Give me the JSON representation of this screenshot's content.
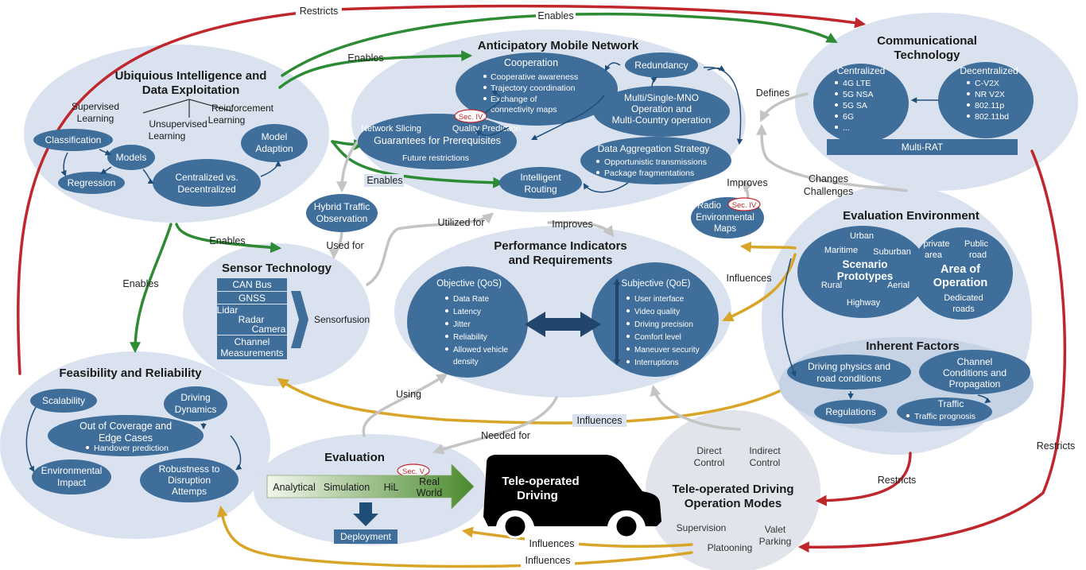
{
  "arrows": {
    "restricts": "Restricts",
    "enables": "Enables",
    "defines": "Defines",
    "changes": "Changes",
    "challenges": "Challenges",
    "improves": "Improves",
    "utilized_for": "Utilized for",
    "used_for": "Used for",
    "influences": "Influences",
    "using": "Using",
    "needed_for": "Needed for"
  },
  "ui": {
    "title": [
      "Ubiquious Intelligence and",
      "Data Exploitation"
    ],
    "supervised": [
      "Supervised",
      "Learning"
    ],
    "unsupervised": [
      "Unsupervised",
      "Learning"
    ],
    "reinforcement": [
      "Reinforcement",
      "Learning"
    ],
    "classification": "Classification",
    "models": "Models",
    "regression": "Regression",
    "centralized": [
      "Centralized vs.",
      "Decentralized"
    ],
    "model_adaption": [
      "Model",
      "Adaption"
    ]
  },
  "amn": {
    "title": "Anticipatory Mobile Network",
    "cooperation": "Cooperation",
    "coop_items": [
      "Cooperative awareness",
      "Trajectory coordination",
      "Exchange of",
      "connectivity maps"
    ],
    "redundancy": "Redundancy",
    "mno": [
      "Multi/Single-MNO",
      "Operation and",
      "Multi-Country operation"
    ],
    "sec_iv": "Sec. IV",
    "quality_prediction": "Quality Prediction",
    "network_slicing": "Network Slicing",
    "guarantees": "Guarantees for Prerequisites",
    "future": "Future restrictions",
    "data_agg": "Data Aggregation Strategy",
    "data_agg_items": [
      "Opportunistic transmissions",
      "Package fragmentations"
    ],
    "intelligent_routing": [
      "Intelligent",
      "Routing"
    ]
  },
  "comm": {
    "title": [
      "Communicational",
      "Technology"
    ],
    "centralized": "Centralized",
    "centralized_items": [
      "4G LTE",
      "5G NSA",
      "5G SA",
      "6G",
      "..."
    ],
    "decentralized": "Decentralized",
    "decentralized_items": [
      "C-V2X",
      "NR V2X",
      "802.11p",
      "802.11bd"
    ],
    "multirat": "Multi-RAT"
  },
  "hybrid": [
    "Hybrid Traffic",
    "Observation"
  ],
  "radio": [
    "Radio",
    "Environmental",
    "Maps"
  ],
  "sensor": {
    "title": "Sensor Technology",
    "items": [
      "CAN Bus",
      "GNSS",
      "Lidar",
      "Radar",
      "Camera",
      "Channel",
      "Measurements"
    ],
    "fusion": "Sensorfusion"
  },
  "perf": {
    "title": [
      "Performance Indicators",
      "and Requirements"
    ],
    "objective": "Objective (QoS)",
    "objective_items": [
      "Data Rate",
      "Latency",
      "Jitter",
      "Reliability",
      "Allowed vehicle",
      "density"
    ],
    "subjective": "Subjective (QoE)",
    "subjective_items": [
      "User interface",
      "Video quality",
      "Driving precision",
      "Comfort level",
      "Maneuver security",
      "Interruptions"
    ]
  },
  "eval_env": {
    "title": "Evaluation Environment",
    "urban": "Urban",
    "maritime": "Maritime",
    "suburban": "Suburban",
    "scenario": [
      "Scenario",
      "Prototypes"
    ],
    "rural": "Rural",
    "aerial": "Aerial",
    "highway": "Highway",
    "private": [
      "private",
      "area"
    ],
    "public": [
      "Public",
      "road"
    ],
    "area_op": [
      "Area of",
      "Operation"
    ],
    "dedicated": [
      "Dedicated",
      "roads"
    ]
  },
  "inherent": {
    "title": "Inherent Factors",
    "driving_physics": [
      "Driving physics and",
      "road conditions"
    ],
    "channel": [
      "Channel",
      "Conditions and",
      "Propagation"
    ],
    "regulations": "Regulations",
    "traffic": "Traffic",
    "traffic_item": "Traffic prognosis"
  },
  "feas": {
    "title": "Feasibility and Reliability",
    "scalability": "Scalability",
    "driving_dynamics": [
      "Driving",
      "Dynamics"
    ],
    "out_of_coverage": [
      "Out of Coverage and",
      "Edge Cases"
    ],
    "handover": "Handover prediction",
    "env_impact": [
      "Environmental",
      "Impact"
    ],
    "robustness": [
      "Robustness to",
      "Disruption",
      "Attemps"
    ]
  },
  "evaluation": {
    "title": "Evaluation",
    "sec_v": "Sec. V",
    "analytical": "Analytical",
    "simulation": "Simulation",
    "hil": "HiL",
    "real_world": [
      "Real",
      "World"
    ],
    "deployment": "Deployment"
  },
  "tod": {
    "label": [
      "Tele-operated",
      "Driving"
    ]
  },
  "modes": {
    "direct": [
      "Direct",
      "Control"
    ],
    "indirect": [
      "Indirect",
      "Control"
    ],
    "title": [
      "Tele-operated Driving",
      "Operation Modes"
    ],
    "supervision": "Supervision",
    "valet": [
      "Valet",
      "Parking"
    ],
    "platooning": "Platooning"
  },
  "colors": {
    "bubble": "#d9e2ee",
    "node": "#3f6e9b",
    "node_dark": "#2e5a86",
    "red": "#c0272d",
    "green": "#2e8b35",
    "gold": "#d9a528",
    "gray": "#c8c8c8",
    "connector": "#1f4e79"
  }
}
